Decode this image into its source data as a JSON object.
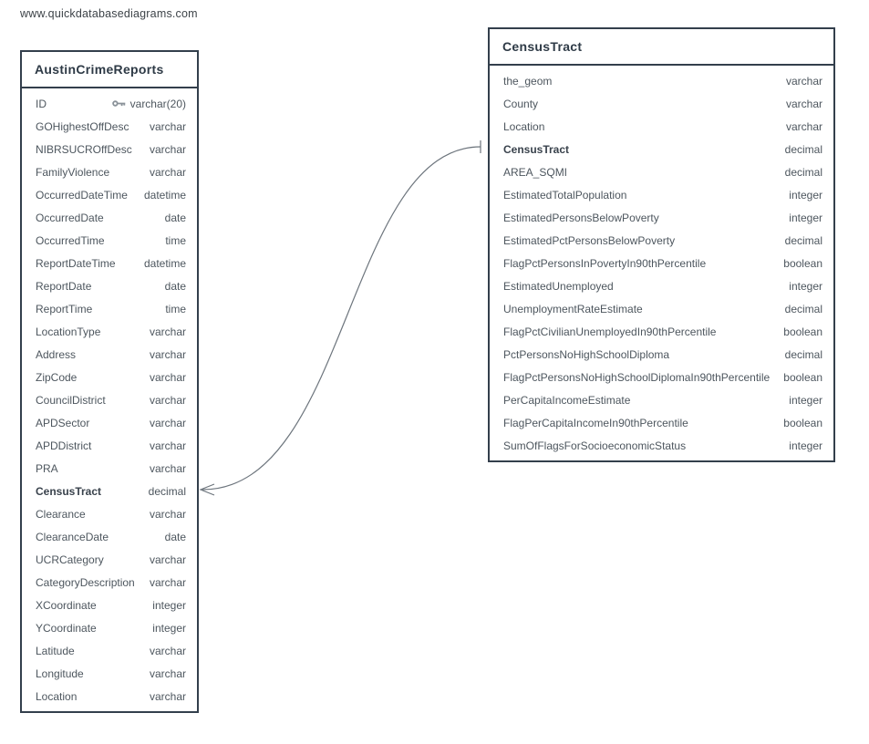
{
  "watermark": "www.quickdatabasediagrams.com",
  "colors": {
    "table_border": "#333f4c",
    "header_text": "#2e3a46",
    "field_text": "#4d565e",
    "relationship_line": "#6d757d",
    "key_icon": "#8a9299",
    "background": "#ffffff"
  },
  "tables": [
    {
      "name": "AustinCrimeReports",
      "fields": [
        {
          "name": "ID",
          "type": "varchar(20)",
          "key": true
        },
        {
          "name": "GOHighestOffDesc",
          "type": "varchar"
        },
        {
          "name": "NIBRSUCROffDesc",
          "type": "varchar"
        },
        {
          "name": "FamilyViolence",
          "type": "varchar"
        },
        {
          "name": "OccurredDateTime",
          "type": "datetime"
        },
        {
          "name": "OccurredDate",
          "type": "date"
        },
        {
          "name": "OccurredTime",
          "type": "time"
        },
        {
          "name": "ReportDateTime",
          "type": "datetime"
        },
        {
          "name": "ReportDate",
          "type": "date"
        },
        {
          "name": "ReportTime",
          "type": "time"
        },
        {
          "name": "LocationType",
          "type": "varchar"
        },
        {
          "name": "Address",
          "type": "varchar"
        },
        {
          "name": "ZipCode",
          "type": "varchar"
        },
        {
          "name": "CouncilDistrict",
          "type": "varchar"
        },
        {
          "name": "APDSector",
          "type": "varchar"
        },
        {
          "name": "APDDistrict",
          "type": "varchar"
        },
        {
          "name": "PRA",
          "type": "varchar"
        },
        {
          "name": "CensusTract",
          "type": "decimal",
          "bold": true
        },
        {
          "name": "Clearance",
          "type": "varchar"
        },
        {
          "name": "ClearanceDate",
          "type": "date"
        },
        {
          "name": "UCRCategory",
          "type": "varchar"
        },
        {
          "name": "CategoryDescription",
          "type": "varchar"
        },
        {
          "name": "XCoordinate",
          "type": "integer"
        },
        {
          "name": "YCoordinate",
          "type": "integer"
        },
        {
          "name": "Latitude",
          "type": "varchar"
        },
        {
          "name": "Longitude",
          "type": "varchar"
        },
        {
          "name": "Location",
          "type": "varchar"
        }
      ]
    },
    {
      "name": "CensusTract",
      "fields": [
        {
          "name": "the_geom",
          "type": "varchar"
        },
        {
          "name": "County",
          "type": "varchar"
        },
        {
          "name": "Location",
          "type": "varchar"
        },
        {
          "name": "CensusTract",
          "type": "decimal",
          "bold": true
        },
        {
          "name": "AREA_SQMI",
          "type": "decimal"
        },
        {
          "name": "EstimatedTotalPopulation",
          "type": "integer"
        },
        {
          "name": "EstimatedPersonsBelowPoverty",
          "type": "integer"
        },
        {
          "name": "EstimatedPctPersonsBelowPoverty",
          "type": "decimal"
        },
        {
          "name": "FlagPctPersonsInPovertyIn90thPercentile",
          "type": "boolean"
        },
        {
          "name": "EstimatedUnemployed",
          "type": "integer"
        },
        {
          "name": "UnemploymentRateEstimate",
          "type": "decimal"
        },
        {
          "name": "FlagPctCivilianUnemployedIn90thPercentile",
          "type": "boolean"
        },
        {
          "name": "PctPersonsNoHighSchoolDiploma",
          "type": "decimal"
        },
        {
          "name": "FlagPctPersonsNoHighSchoolDiplomaIn90thPercentile",
          "type": "boolean"
        },
        {
          "name": "PerCapitaIncomeEstimate",
          "type": "integer"
        },
        {
          "name": "FlagPerCapitaIncomeIn90thPercentile",
          "type": "boolean"
        },
        {
          "name": "SumOfFlagsForSocioeconomicStatus",
          "type": "integer"
        }
      ]
    }
  ],
  "relationship": {
    "from_table": "AustinCrimeReports",
    "from_field": "CensusTract",
    "from_cardinality": "many",
    "to_table": "CensusTract",
    "to_field": "CensusTract",
    "to_cardinality": "one"
  }
}
